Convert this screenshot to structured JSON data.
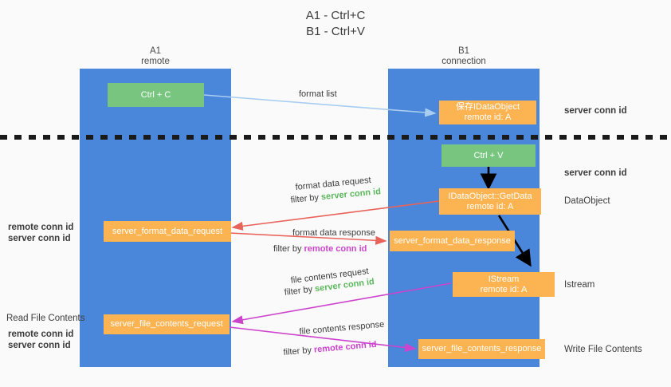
{
  "title": {
    "line1": "A1 - Ctrl+C",
    "line2": "B1 - Ctrl+V"
  },
  "colors": {
    "lane": "#4a86da",
    "green_node": "#77c57f",
    "orange_node": "#fcb351",
    "server_conn_id": "#5cb85c",
    "remote_conn_id": "#cc44cc",
    "arrow_format_list": "#a8cdf0",
    "arrow_format_data": "#e8635a",
    "arrow_file_contents": "#cc44cc",
    "arrow_internal": "#000000",
    "divider": "#1a1a1a",
    "background": "#fafafa"
  },
  "columns": [
    {
      "id": "A1",
      "name": "A1",
      "sub": "remote"
    },
    {
      "id": "B1",
      "name": "B1",
      "sub": "connection"
    }
  ],
  "nodes": [
    {
      "id": "ctrl-c",
      "column": "A1",
      "style": "green",
      "line1": "Ctrl + C",
      "line2": ""
    },
    {
      "id": "save-idataobject",
      "column": "B1",
      "style": "orange",
      "line1": "保存IDataObject",
      "line2": "remote id: A"
    },
    {
      "id": "ctrl-v",
      "column": "B1",
      "style": "green",
      "line1": "Ctrl + V",
      "line2": ""
    },
    {
      "id": "idataobject-getdata",
      "column": "B1",
      "style": "orange",
      "line1": "IDataObject::GetData",
      "line2": "remote id: A"
    },
    {
      "id": "server-format-data-request",
      "column": "A1",
      "style": "orange",
      "line1": "server_format_data_request",
      "line2": ""
    },
    {
      "id": "server-format-data-response",
      "column": "B1",
      "style": "orange",
      "line1": "server_format_data_response",
      "line2": ""
    },
    {
      "id": "istream",
      "column": "B1",
      "style": "orange",
      "line1": "IStream",
      "line2": "remote id: A"
    },
    {
      "id": "server-file-contents-request",
      "column": "A1",
      "style": "orange",
      "line1": "server_file_contents_request",
      "line2": ""
    },
    {
      "id": "server-file-contents-response",
      "column": "B1",
      "style": "orange",
      "line1": "server_file_contents_response",
      "line2": ""
    }
  ],
  "edge_labels": {
    "format_list": "format list",
    "format_data_request": "format data request",
    "format_data_request_filter_prefix": "filter by ",
    "format_data_request_filter_value": "server conn id",
    "format_data_response": "format data response",
    "format_data_response_filter_prefix": "filter by ",
    "format_data_response_filter_value": "remote conn id",
    "file_contents_request": "file contents request",
    "file_contents_request_filter_prefix": "filter by ",
    "file_contents_request_filter_value": "server conn id",
    "file_contents_response": "file contents response",
    "file_contents_response_filter_prefix": "filter by ",
    "file_contents_response_filter_value": "remote conn id"
  },
  "right_labels": [
    {
      "id": "server-conn-id-1",
      "text": "server conn id",
      "kind": "server"
    },
    {
      "id": "server-conn-id-2",
      "text": "server conn id",
      "kind": "server"
    },
    {
      "id": "dataobject",
      "text": "DataObject",
      "kind": "plain"
    },
    {
      "id": "istream-label",
      "text": "Istream",
      "kind": "plain"
    },
    {
      "id": "write-file-contents",
      "text": "Write File Contents",
      "kind": "plain"
    }
  ],
  "left_labels": [
    {
      "id": "conn-ids-upper-remote",
      "text": "remote conn id",
      "kind": "remote"
    },
    {
      "id": "conn-ids-upper-server",
      "text": "server conn id",
      "kind": "server"
    },
    {
      "id": "read-file-contents",
      "text": "Read File Contents",
      "kind": "plain"
    },
    {
      "id": "conn-ids-lower-remote",
      "text": "remote conn id",
      "kind": "remote"
    },
    {
      "id": "conn-ids-lower-server",
      "text": "server conn id",
      "kind": "server"
    }
  ]
}
